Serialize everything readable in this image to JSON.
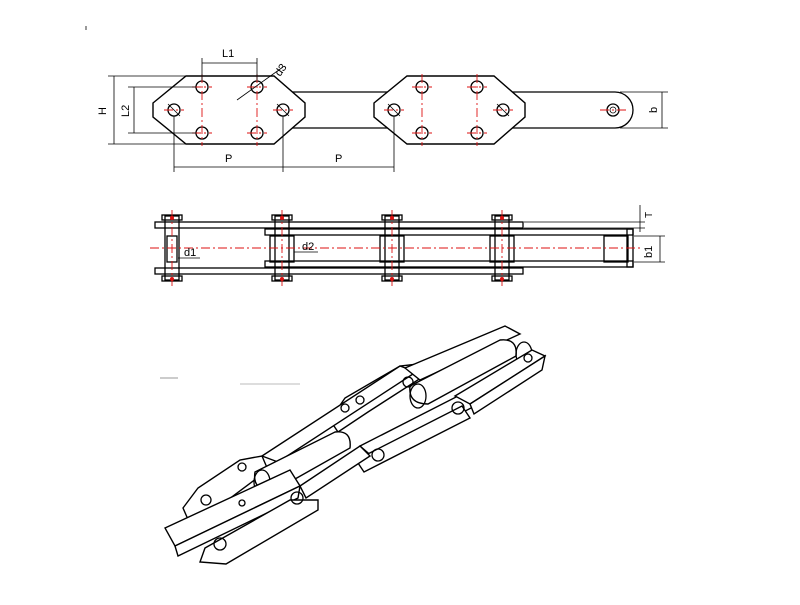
{
  "title": "",
  "top_view": {
    "labels": {
      "L1": "L1",
      "d3": "d3",
      "H": "H",
      "L2": "L2",
      "b": "b",
      "P_left": "P",
      "P_right": "P"
    }
  },
  "side_view": {
    "labels": {
      "d1": "d1",
      "d2": "d2",
      "T": "T",
      "b1": "b1"
    }
  },
  "isometric_view": {
    "description_hidden": ""
  },
  "colors": {
    "line": "#000000",
    "centerline": "#dd1111"
  }
}
